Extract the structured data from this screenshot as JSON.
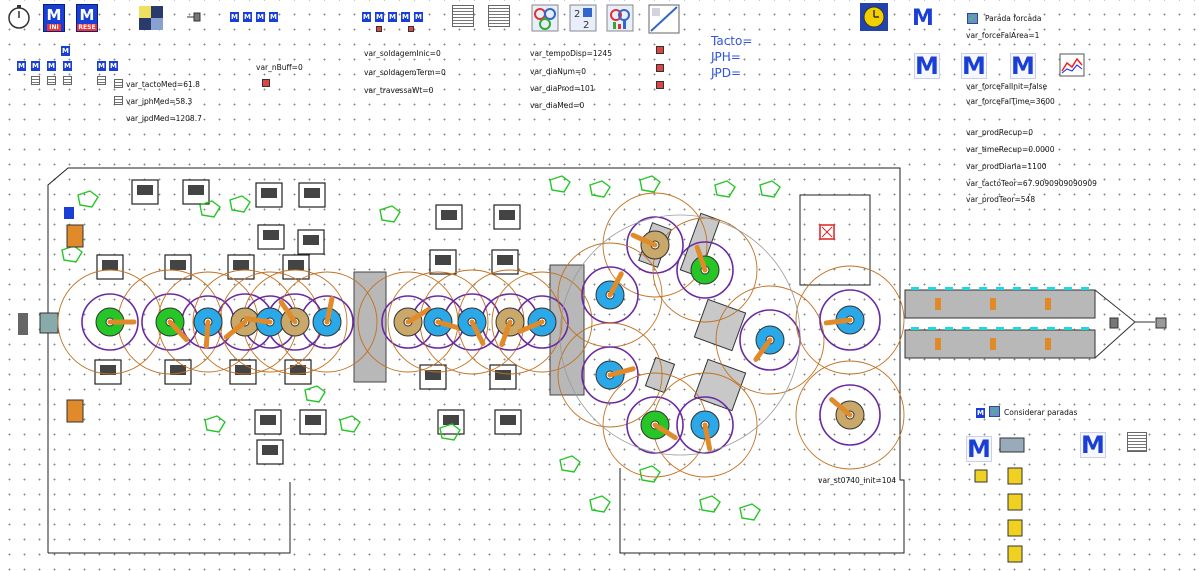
{
  "toolbar": {
    "m_label": "M",
    "ini_label": "INI",
    "rese_label": "RESE"
  },
  "labels": {
    "tacto": "Tacto=",
    "jph": "JPH=",
    "jpd": "JPD=",
    "parada_forcada": "Parada forcada",
    "considerar_paradas": "Considerar paradas",
    "check_mark": "✓"
  },
  "variables": {
    "tacto_med": "var_tactoMed=61.8",
    "jph_med": "var_jphMed=58.3",
    "jpd_med": "var_jpdMed=1208.7",
    "n_buff": "var_nBuff=0",
    "soldagem_inic": "var_soldagemInic=0",
    "soldagem_term": "var_soldagemTerm=0",
    "travessa_wt": "var_travessaWt=0",
    "tempo_disp": "var_tempoDisp=1245",
    "dia_num": "var_diaNum=0",
    "dia_prod": "var_diaProd=101",
    "dia_med": "var_diaMed=0",
    "force_fal_area": "var_forceFalArea=1",
    "force_fal_init": "var_forceFalInit=false",
    "force_fal_time": "var_forceFalTime=3600",
    "prod_recup": "var_prodRecup=0",
    "time_recup": "var_timeRecup=0.0000",
    "prod_diaria": "var_prodDiaria=1100",
    "tacto_teor": "var_tactoTeor=67.9090909090909",
    "prod_teor": "var_prodTeor=548",
    "st0740_init": "var_st0740_init=104"
  },
  "icons": {
    "stopwatch": "stopwatch-icon",
    "table": "table-icon",
    "chart": "chart-icon",
    "clock": "clock-icon"
  },
  "colors": {
    "m_blue": "#1a3fd6",
    "text_blue": "#3355dd",
    "robot_green": "#27c627",
    "robot_cyan": "#2aa8e8",
    "robot_tan": "#c9a86a",
    "orbit_purple": "#6a2aa0",
    "orbit_orange": "#c27020",
    "fixture_orange": "#e08a2a",
    "conveyor_gray": "#b8b8b8",
    "cyan_mark": "#22d6e0",
    "red_mark": "#e02020"
  }
}
